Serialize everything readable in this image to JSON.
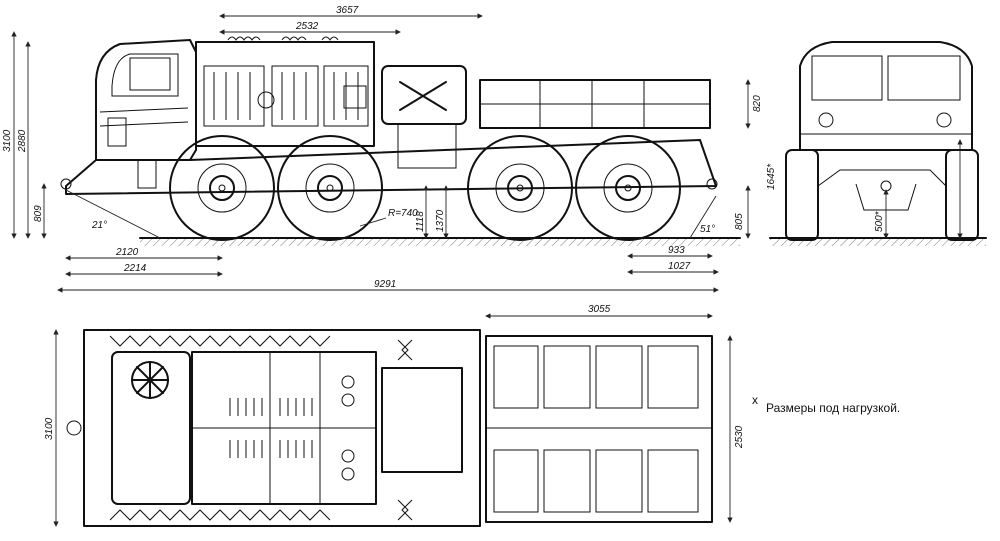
{
  "side_view": {
    "dim_3657": "3657",
    "dim_2532": "2532",
    "dim_3100": "3100",
    "dim_2880": "2880",
    "dim_809": "809",
    "dim_21deg": "21°",
    "dim_2120": "2120",
    "dim_2214": "2214",
    "dim_9291": "9291",
    "dim_radius": "R=740",
    "dim_1118": "1118",
    "dim_1370": "1370",
    "dim_820": "820",
    "dim_805": "805",
    "dim_51deg": "51°",
    "dim_933": "933",
    "dim_1027": "1027"
  },
  "front_view": {
    "dim_1645": "1645*",
    "dim_500": "500*"
  },
  "top_view": {
    "dim_3055": "3055",
    "dim_3100": "3100",
    "dim_2530": "2530"
  },
  "note": {
    "mark": "x",
    "text": "Размеры под нагрузкой."
  }
}
